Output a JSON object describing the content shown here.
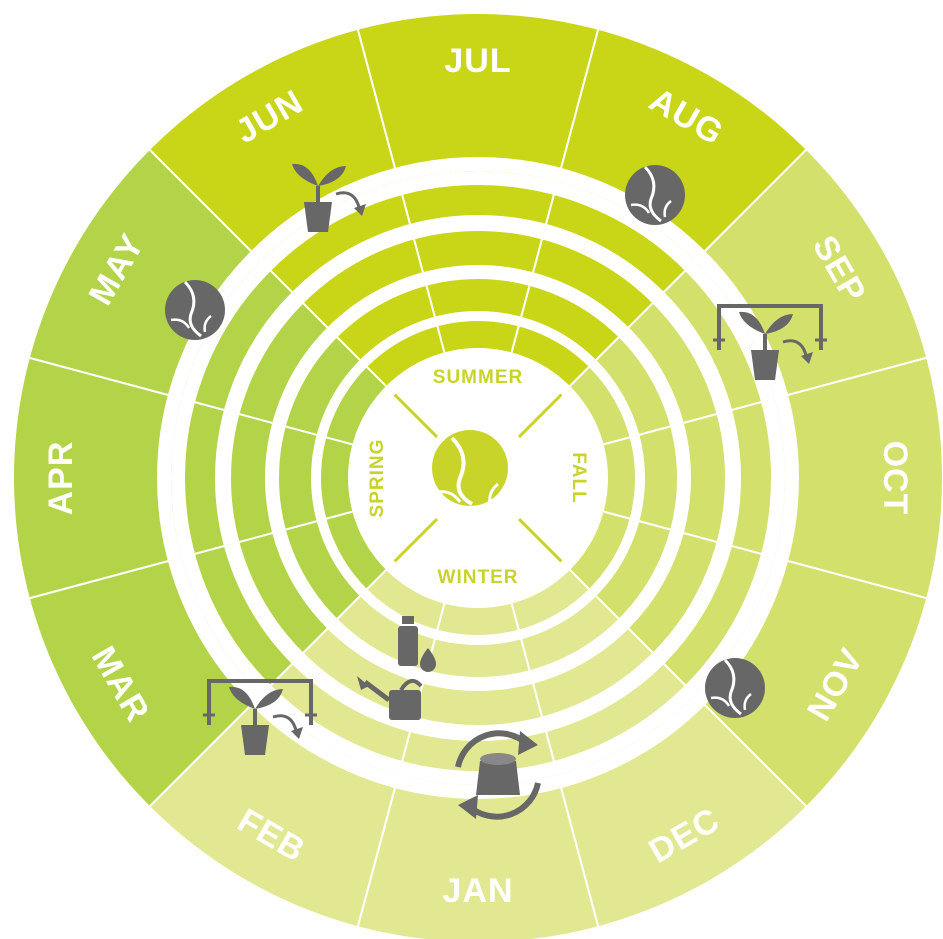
{
  "colors": {
    "summer": "#c9d617",
    "spring": "#b3d449",
    "fall": "#d4e06c",
    "winter": "#e2e891",
    "icon": "#666766",
    "center": "#ffffff",
    "season_text": "#c9d42a"
  },
  "center_icon": "lettuce-icon",
  "months": [
    {
      "label": "JUL",
      "season": "summer"
    },
    {
      "label": "AUG",
      "season": "summer"
    },
    {
      "label": "SEP",
      "season": "fall"
    },
    {
      "label": "OCT",
      "season": "fall"
    },
    {
      "label": "NOV",
      "season": "fall"
    },
    {
      "label": "DEC",
      "season": "winter"
    },
    {
      "label": "JAN",
      "season": "winter"
    },
    {
      "label": "FEB",
      "season": "winter"
    },
    {
      "label": "MAR",
      "season": "spring"
    },
    {
      "label": "APR",
      "season": "spring"
    },
    {
      "label": "MAY",
      "season": "spring"
    },
    {
      "label": "JUN",
      "season": "summer"
    }
  ],
  "seasons": [
    {
      "label": "SUMMER",
      "key": "summer"
    },
    {
      "label": "FALL",
      "key": "fall"
    },
    {
      "label": "WINTER",
      "key": "winter"
    },
    {
      "label": "SPRING",
      "key": "spring"
    }
  ],
  "icons": [
    {
      "name": "seedling-transplant-icon",
      "month": "JUN"
    },
    {
      "name": "lettuce-icon",
      "month": "MAY"
    },
    {
      "name": "lettuce-icon",
      "month": "AUG"
    },
    {
      "name": "covered-seedling-icon",
      "month": "SEP"
    },
    {
      "name": "lettuce-icon",
      "month": "NOV"
    },
    {
      "name": "covered-seedling-icon",
      "month": "MAR"
    },
    {
      "name": "fertilizer-bottle-icon",
      "month": "FEB"
    },
    {
      "name": "watering-can-icon",
      "month": "FEB"
    },
    {
      "name": "compost-bag-icon",
      "month": "JAN"
    }
  ]
}
